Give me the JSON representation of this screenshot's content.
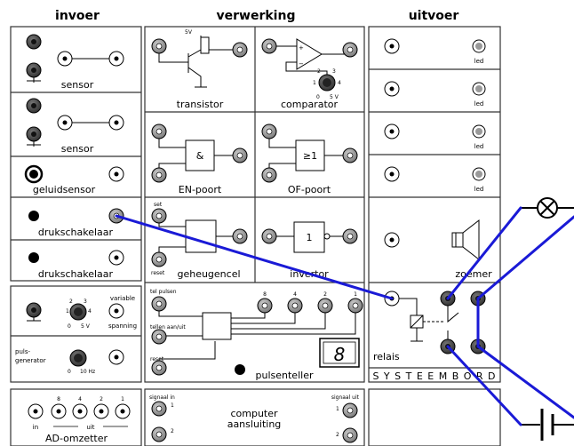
{
  "headers": {
    "input": "invoer",
    "processing": "verwerking",
    "output": "uitvoer"
  },
  "input": {
    "sensor_1": "sensor",
    "sensor_2": "sensor",
    "sound_sensor": "geluidsensor",
    "push_button_1": "drukschakelaar",
    "push_button_2": "drukschakelaar",
    "variable_line1": "variable",
    "variable_line2": "spanning",
    "variable_dial": {
      "ticks": [
        "1",
        "2",
        "3",
        "4"
      ],
      "min": "0",
      "max": "5 V"
    },
    "pulse_line1": "puls-",
    "pulse_line2": "generator",
    "pulse_dial": {
      "min": "0",
      "max": "10 Hz"
    }
  },
  "processing": {
    "transistor": "transistor",
    "transistor_supply": "5V",
    "comparator": "comparator",
    "comparator_plus": "+",
    "comparator_minus": "−",
    "comparator_dial": {
      "ticks": [
        "1",
        "2",
        "3",
        "4"
      ],
      "min": "0",
      "max": "5 V"
    },
    "and_gate": "EN-poort",
    "and_symbol": "&",
    "or_gate": "OF-poort",
    "or_symbol": "≥1",
    "memory": "geheugencel",
    "memory_set": "set",
    "memory_reset": "reset",
    "inverter": "invertor",
    "inverter_symbol": "1",
    "counter": "pulsenteller",
    "counter_count": "tel pulsen",
    "counter_enable": "tellen aan/uit",
    "counter_reset": "reset",
    "counter_bits": [
      "8",
      "4",
      "2",
      "1"
    ],
    "counter_display": "8"
  },
  "output": {
    "led_label": "led",
    "buzzer": "zoemer",
    "relay": "relais",
    "board_name": "S Y S T E E M B O R D"
  },
  "bottom": {
    "ad_converter": "AD-omzetter",
    "ad_bits": [
      "8",
      "4",
      "2",
      "1"
    ],
    "ad_in": "in",
    "ad_out": "uit",
    "signal_in": "signaal in",
    "signal_out": "signaal uit",
    "signal_in_numbers": [
      "1",
      "2"
    ],
    "signal_out_numbers": [
      "1",
      "2"
    ],
    "computer_line1": "computer",
    "computer_line2": "aansluiting"
  },
  "colors": {
    "wire": "#1a1ad6",
    "panel_line": "#333333",
    "socket_grey": "#8c8c8c"
  }
}
